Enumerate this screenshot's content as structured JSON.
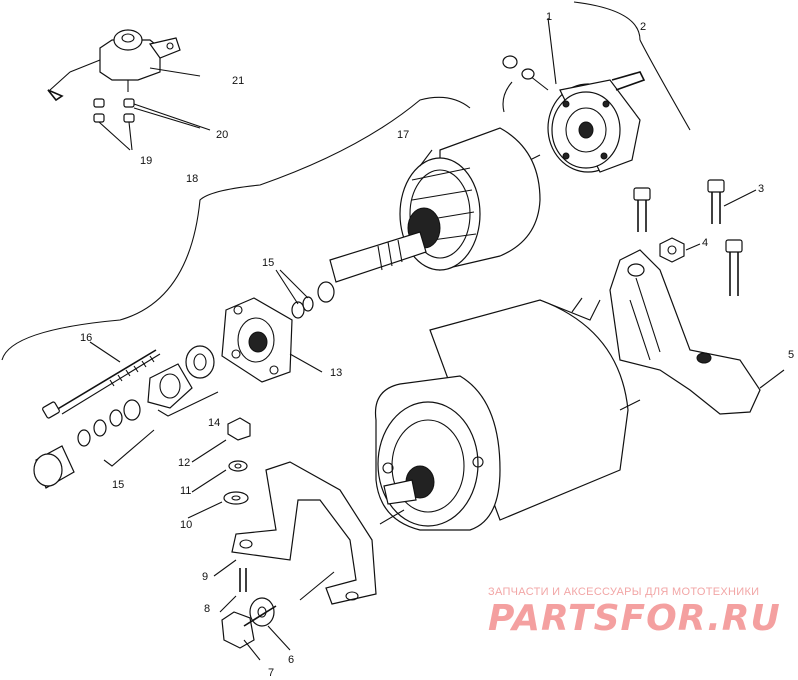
{
  "diagram": {
    "callouts": [
      "1",
      "2",
      "3",
      "4",
      "5",
      "6",
      "7",
      "8",
      "9",
      "10",
      "11",
      "12",
      "13",
      "14",
      "15",
      "15",
      "16",
      "17",
      "18",
      "19",
      "20",
      "21"
    ]
  },
  "watermark": {
    "tagline": "ЗАПЧАСТИ И АКСЕССУАРЫ ДЛЯ МОТОТЕХНИКИ",
    "logo": "PARTSFOR.RU",
    "color": "#f4a0a0"
  }
}
